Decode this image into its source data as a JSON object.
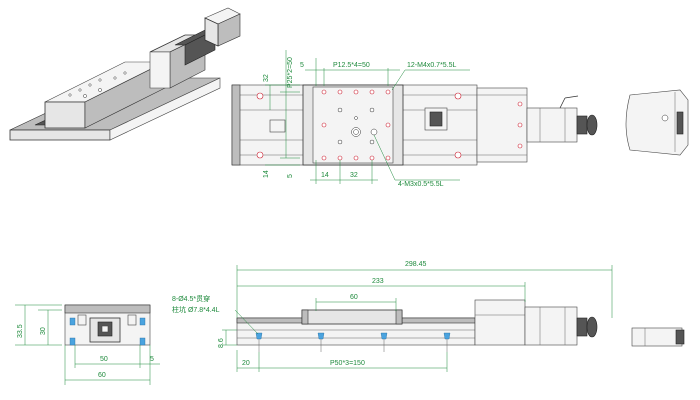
{
  "dimensions": {
    "top_p12": "P12.5*4=50",
    "top_5": "5",
    "thread_m4": "12-M4x0.7*5.5L",
    "side_p25": "P25*2=50",
    "side_32": "32",
    "side_14": "14",
    "side_5": "5",
    "bottom_14": "14",
    "bottom_32": "32",
    "thread_m3": "4-M3x0.5*5.5L",
    "end_33_5": "33.5",
    "end_30": "30",
    "end_50": "50",
    "end_5": "5",
    "end_60": "60",
    "len_298": "298.45",
    "len_233": "233",
    "len_60": "60",
    "hole_note_1": "8-Ø4.5*贯穿",
    "hole_note_2": "柱坑 Ø7.8*4.4L",
    "front_8_6": "8.6",
    "front_20": "20",
    "front_p50": "P50*3=150"
  },
  "colors": {
    "dimension": "#1e8a3c",
    "outline": "#333333",
    "marker_blue": "#4aa3df",
    "hole_red": "#c22233"
  }
}
